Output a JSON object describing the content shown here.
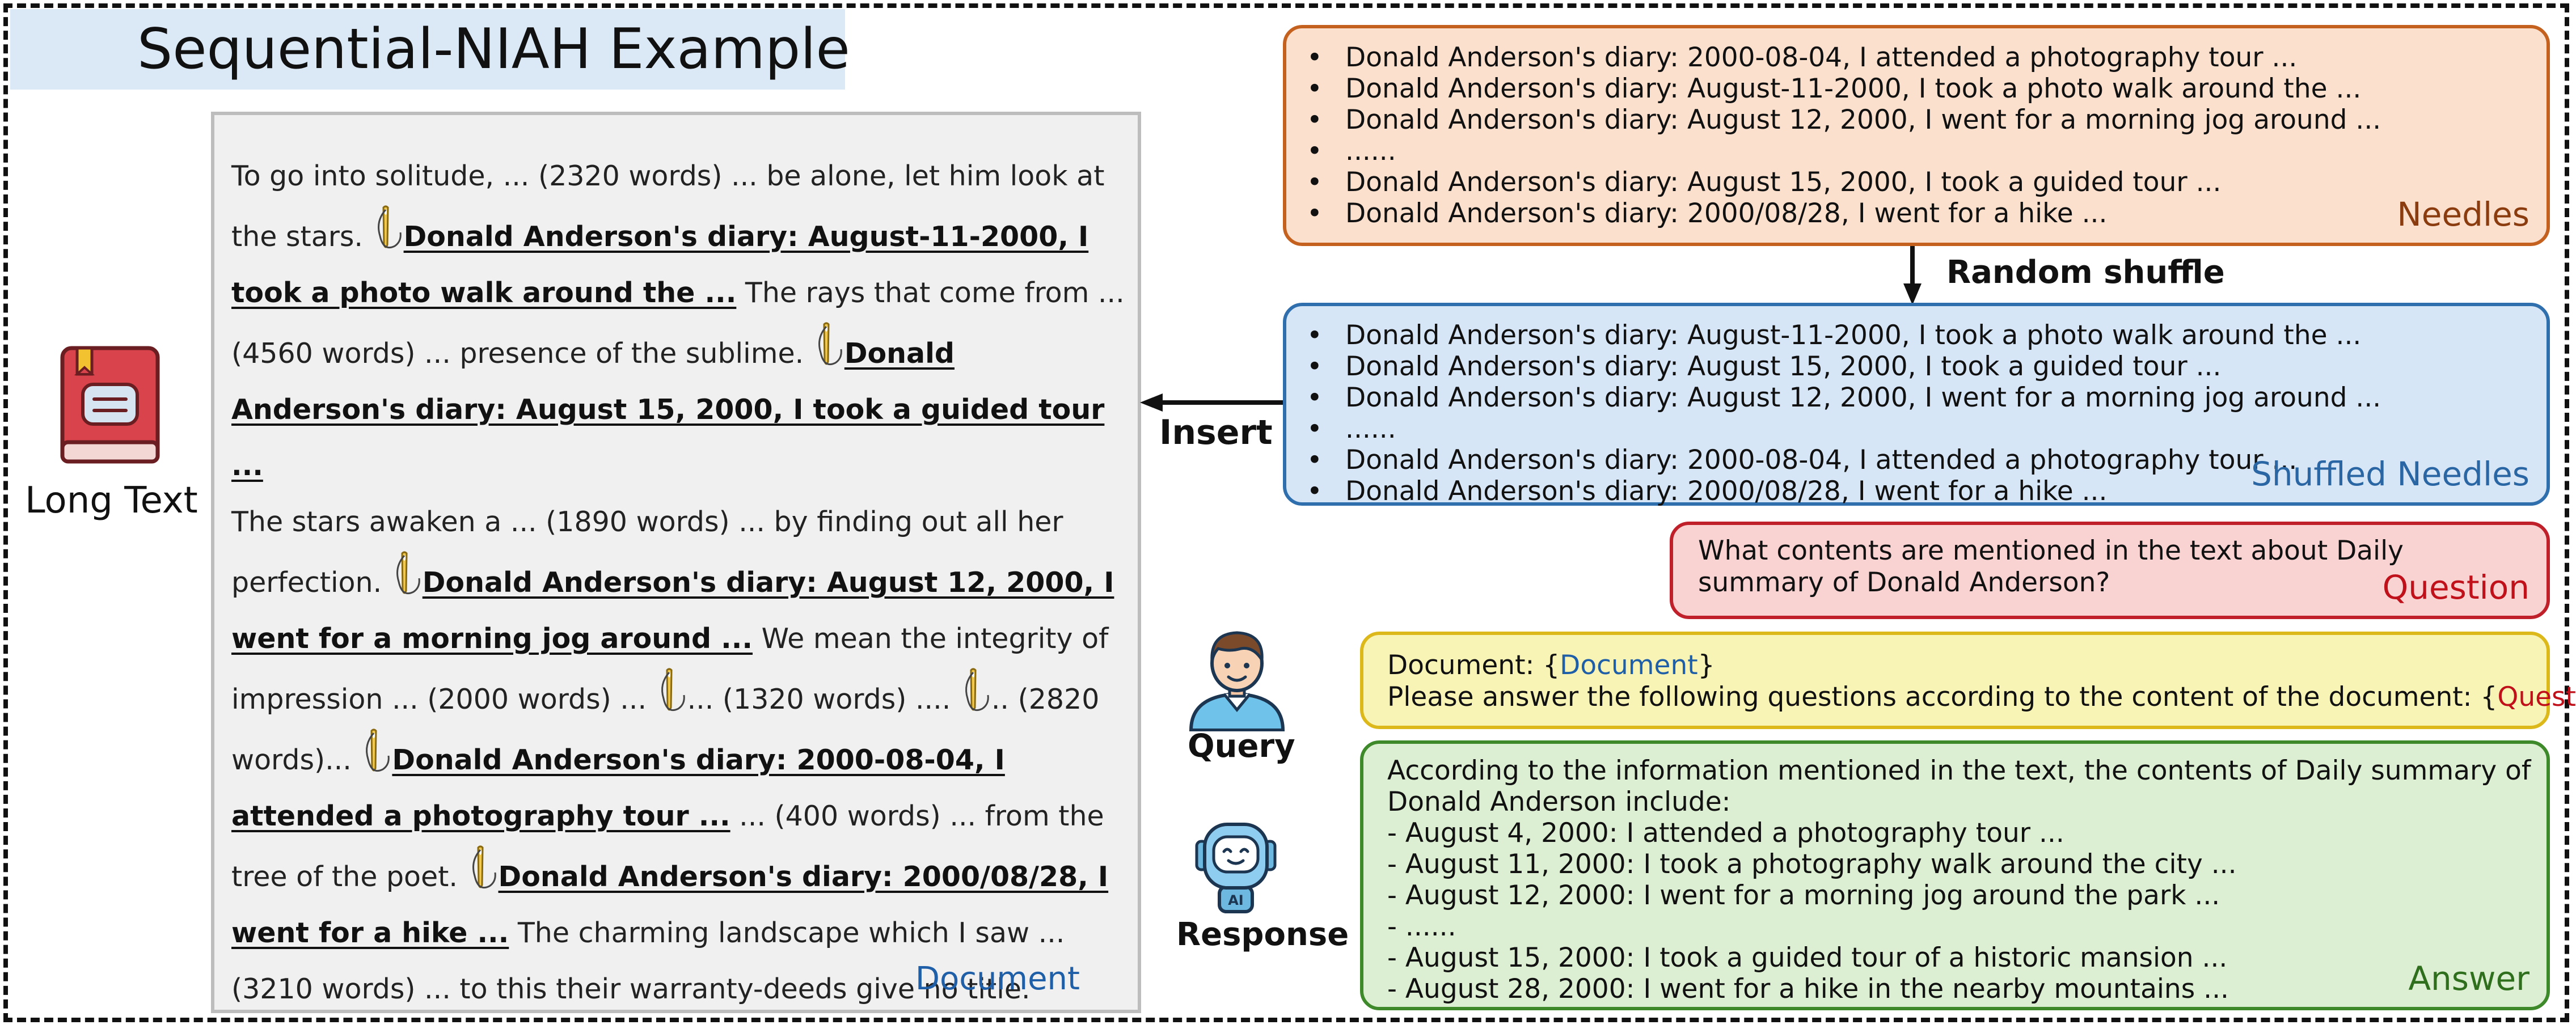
{
  "title": "Sequential-NIAH Example",
  "long_text_label": "Long Text",
  "document": {
    "label": "Document",
    "segments": [
      {
        "t": "To go into solitude, ... (2320 words) ... be alone, let him look at the stars. "
      },
      {
        "needle": true
      },
      {
        "t": "Donald Anderson's diary: August-11-2000, I took a photo walk around the ...",
        "n": true
      },
      {
        "t": " The rays that come from ... (4560 words) ... presence of the sublime. "
      },
      {
        "needle": true
      },
      {
        "t": "Donald Anderson's diary: August 15, 2000, I took a guided tour ...",
        "n": true
      },
      {
        "br": true
      },
      {
        "t": "The stars awaken a ... (1890 words) ... by finding out all her perfection. "
      },
      {
        "needle": true
      },
      {
        "t": "Donald Anderson's diary: August 12, 2000, I went for a morning jog around ...",
        "n": true
      },
      {
        "t": "  We mean the integrity of impression ... (2000 words) ... "
      },
      {
        "needle": true
      },
      {
        "t": "... (1320 words) .... "
      },
      {
        "needle": true
      },
      {
        "t": ".. (2820 words)... "
      },
      {
        "needle": true
      },
      {
        "t": "Donald Anderson's diary: 2000-08-04, I attended a photography tour ...",
        "n": true
      },
      {
        "t": "  ... (400 words) ... from the tree of the poet. "
      },
      {
        "needle": true
      },
      {
        "t": "Donald Anderson's diary: 2000/08/28, I went for a hike ...",
        "n": true
      },
      {
        "t": " The charming landscape which I saw ... (3210 words) ... to this their warranty-deeds give no title."
      }
    ]
  },
  "insert_label": "Insert",
  "needles": {
    "label": "Needles",
    "items": [
      "Donald Anderson's diary: 2000-08-04, I attended a photography tour ...",
      "Donald Anderson's diary: August-11-2000, I took a photo walk around the ...",
      "Donald Anderson's diary: August 12, 2000, I went for a morning jog around ...",
      "......",
      "Donald Anderson's diary: August 15, 2000, I took a guided tour ...",
      "Donald Anderson's diary: 2000/08/28, I went for a hike ..."
    ]
  },
  "shuffle_label": "Random shuffle",
  "shuffled": {
    "label": "Shuffled Needles",
    "items": [
      "Donald Anderson's diary: August-11-2000, I took a photo walk around the ...",
      "Donald Anderson's diary: August 15, 2000, I took a guided tour ...",
      "Donald Anderson's diary: August 12, 2000, I went for a morning jog around ...",
      "......",
      "Donald Anderson's diary: 2000-08-04, I attended a photography tour ...",
      "Donald Anderson's diary: 2000/08/28, I went for a hike ..."
    ]
  },
  "question": {
    "text": "What contents are mentioned in the text about Daily summary of Donald Anderson?",
    "label": "Question"
  },
  "query_label": "Query",
  "response_label": "Response",
  "prompt": {
    "line1_prefix": "Document: {",
    "line1_var": "Document",
    "line1_suffix": "}",
    "line2_prefix": "Please answer the following questions according to the content of the document: {",
    "line2_var": "Question",
    "line2_suffix": "}"
  },
  "answer": {
    "label": "Answer",
    "lines": [
      "According to the information mentioned in the text, the contents of Daily summary of",
      "Donald Anderson include:",
      "- August 4, 2000: I attended a photography tour ...",
      "- August 11, 2000: I took a photography walk around the city ...",
      "- August 12, 2000: I went for a morning jog around the park ...",
      "- ......",
      "- August 15, 2000: I took a guided tour of a historic mansion ...",
      "- August 28, 2000: I went for a hike in the nearby mountains ..."
    ]
  },
  "colors": {
    "needles_border": "#c5611f",
    "needles_fill": "#fbe0cd",
    "shuffled_border": "#2f6fad",
    "shuffled_fill": "#d7e6f6",
    "question_border": "#c0202a",
    "question_fill": "#f9d2d2",
    "prompt_border": "#ddb81b",
    "prompt_fill": "#f8f4b5",
    "answer_border": "#3e8a2b",
    "answer_fill": "#dcefd2",
    "title_fill": "#dbe8f6"
  },
  "icons": [
    "book-icon",
    "needle-icon",
    "person-icon",
    "robot-icon",
    "arrow-icon"
  ]
}
